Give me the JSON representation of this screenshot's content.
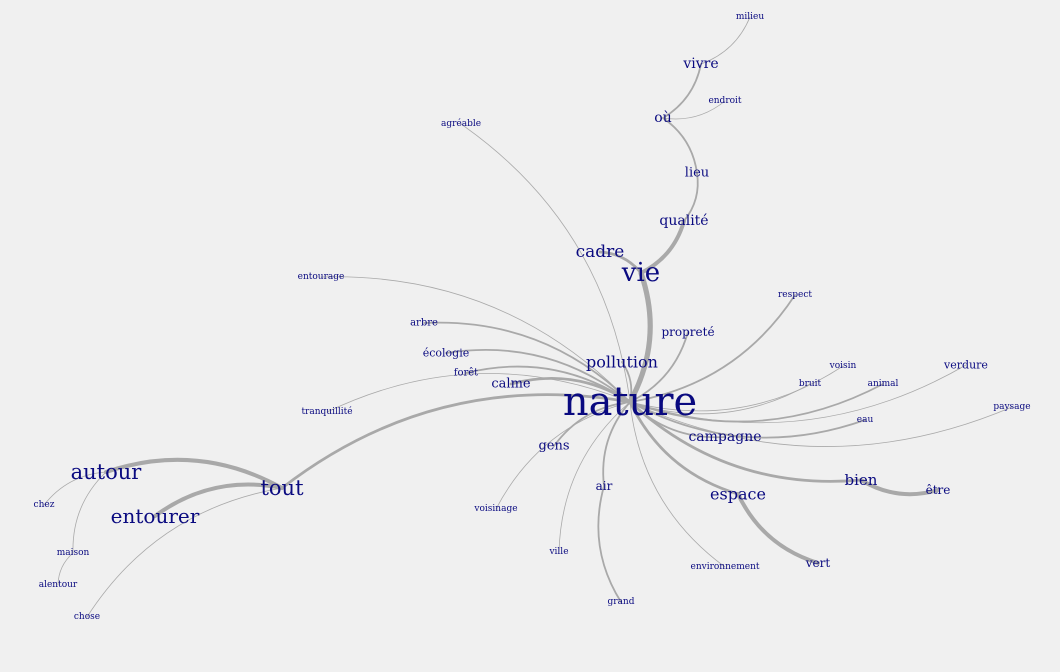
{
  "colors": {
    "background": "#f0f0f0",
    "edge": "#a9a9a9",
    "label": "#0a0a80"
  },
  "nodes": [
    {
      "id": "nature",
      "label": "nature"
    },
    {
      "id": "vie",
      "label": "vie"
    },
    {
      "id": "cadre",
      "label": "cadre"
    },
    {
      "id": "qualite",
      "label": "qualité"
    },
    {
      "id": "lieu",
      "label": "lieu"
    },
    {
      "id": "ou",
      "label": "où"
    },
    {
      "id": "vivre",
      "label": "vivre"
    },
    {
      "id": "milieu",
      "label": "milieu"
    },
    {
      "id": "endroit",
      "label": "endroit"
    },
    {
      "id": "agreable",
      "label": "agréable"
    },
    {
      "id": "entourage",
      "label": "entourage"
    },
    {
      "id": "arbre",
      "label": "arbre"
    },
    {
      "id": "ecologie",
      "label": "écologie"
    },
    {
      "id": "foret",
      "label": "forêt"
    },
    {
      "id": "calme",
      "label": "calme"
    },
    {
      "id": "pollution",
      "label": "pollution"
    },
    {
      "id": "proprete",
      "label": "propreté"
    },
    {
      "id": "respect",
      "label": "respect"
    },
    {
      "id": "voisin",
      "label": "voisin"
    },
    {
      "id": "verdure",
      "label": "verdure"
    },
    {
      "id": "paysage",
      "label": "paysage"
    },
    {
      "id": "bruit",
      "label": "bruit"
    },
    {
      "id": "animal",
      "label": "animal"
    },
    {
      "id": "eau",
      "label": "eau"
    },
    {
      "id": "campagne",
      "label": "campagne"
    },
    {
      "id": "bien",
      "label": "bien"
    },
    {
      "id": "etre",
      "label": "être"
    },
    {
      "id": "espace",
      "label": "espace"
    },
    {
      "id": "vert",
      "label": "vert"
    },
    {
      "id": "environnement",
      "label": "environnement"
    },
    {
      "id": "grand",
      "label": "grand"
    },
    {
      "id": "air",
      "label": "air"
    },
    {
      "id": "ville",
      "label": "ville"
    },
    {
      "id": "voisinage",
      "label": "voisinage"
    },
    {
      "id": "gens",
      "label": "gens"
    },
    {
      "id": "tranquillite",
      "label": "tranquillité"
    },
    {
      "id": "tout",
      "label": "tout"
    },
    {
      "id": "autour",
      "label": "autour"
    },
    {
      "id": "entourer",
      "label": "entourer"
    },
    {
      "id": "chez",
      "label": "chez"
    },
    {
      "id": "maison",
      "label": "maison"
    },
    {
      "id": "alentour",
      "label": "alentour"
    },
    {
      "id": "chose",
      "label": "chose"
    }
  ],
  "edges": [
    {
      "from": "nature",
      "to": "vie",
      "weight": 5
    },
    {
      "from": "vie",
      "to": "cadre",
      "weight": 3
    },
    {
      "from": "vie",
      "to": "qualite",
      "weight": 4
    },
    {
      "from": "qualite",
      "to": "lieu",
      "weight": 2
    },
    {
      "from": "lieu",
      "to": "ou",
      "weight": 2
    },
    {
      "from": "ou",
      "to": "vivre",
      "weight": 2
    },
    {
      "from": "vivre",
      "to": "milieu",
      "weight": 1
    },
    {
      "from": "ou",
      "to": "endroit",
      "weight": 1
    },
    {
      "from": "nature",
      "to": "agreable",
      "weight": 1
    },
    {
      "from": "nature",
      "to": "entourage",
      "weight": 1
    },
    {
      "from": "nature",
      "to": "arbre",
      "weight": 2
    },
    {
      "from": "nature",
      "to": "ecologie",
      "weight": 2
    },
    {
      "from": "nature",
      "to": "foret",
      "weight": 2
    },
    {
      "from": "nature",
      "to": "calme",
      "weight": 3
    },
    {
      "from": "nature",
      "to": "pollution",
      "weight": 2
    },
    {
      "from": "nature",
      "to": "proprete",
      "weight": 2
    },
    {
      "from": "nature",
      "to": "respect",
      "weight": 2
    },
    {
      "from": "nature",
      "to": "voisin",
      "weight": 1
    },
    {
      "from": "nature",
      "to": "verdure",
      "weight": 1
    },
    {
      "from": "nature",
      "to": "paysage",
      "weight": 1
    },
    {
      "from": "nature",
      "to": "bruit",
      "weight": 1
    },
    {
      "from": "nature",
      "to": "animal",
      "weight": 2
    },
    {
      "from": "nature",
      "to": "eau",
      "weight": 2
    },
    {
      "from": "nature",
      "to": "campagne",
      "weight": 2
    },
    {
      "from": "nature",
      "to": "bien",
      "weight": 3
    },
    {
      "from": "bien",
      "to": "etre",
      "weight": 4
    },
    {
      "from": "nature",
      "to": "espace",
      "weight": 3
    },
    {
      "from": "espace",
      "to": "vert",
      "weight": 4
    },
    {
      "from": "nature",
      "to": "environnement",
      "weight": 1
    },
    {
      "from": "nature",
      "to": "air",
      "weight": 2
    },
    {
      "from": "air",
      "to": "grand",
      "weight": 2
    },
    {
      "from": "nature",
      "to": "ville",
      "weight": 1
    },
    {
      "from": "nature",
      "to": "voisinage",
      "weight": 1
    },
    {
      "from": "nature",
      "to": "gens",
      "weight": 2
    },
    {
      "from": "nature",
      "to": "tranquillite",
      "weight": 1
    },
    {
      "from": "nature",
      "to": "tout",
      "weight": 3
    },
    {
      "from": "tout",
      "to": "autour",
      "weight": 4
    },
    {
      "from": "tout",
      "to": "entourer",
      "weight": 4
    },
    {
      "from": "autour",
      "to": "chez",
      "weight": 1
    },
    {
      "from": "autour",
      "to": "maison",
      "weight": 1
    },
    {
      "from": "maison",
      "to": "alentour",
      "weight": 1
    },
    {
      "from": "tout",
      "to": "chose",
      "weight": 1
    }
  ]
}
